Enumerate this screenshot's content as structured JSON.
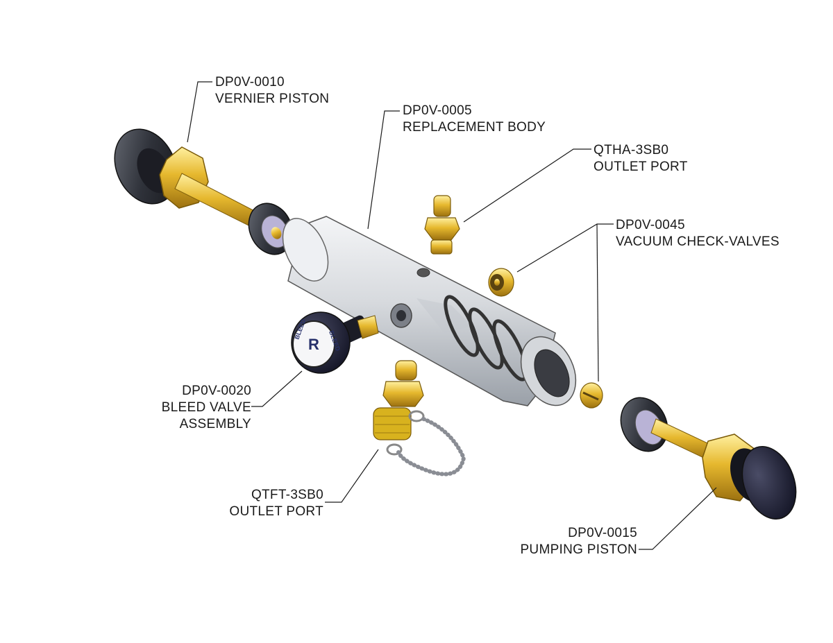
{
  "parts": [
    {
      "id": "vernier",
      "part_number": "DP0V-0010",
      "description": "VERNIER PISTON"
    },
    {
      "id": "body",
      "part_number": "DP0V-0005",
      "description": "REPLACEMENT BODY"
    },
    {
      "id": "qtha",
      "part_number": "QTHA-3SB0",
      "description": "OUTLET PORT"
    },
    {
      "id": "check",
      "part_number": "DP0V-0045",
      "description": "VACUUM CHECK-VALVES"
    },
    {
      "id": "bleed",
      "part_number": "DP0V-0020",
      "description_lines": [
        "BLEED VALVE",
        "ASSEMBLY"
      ]
    },
    {
      "id": "qtft",
      "part_number": "QTFT-3SB0",
      "description": "OUTLET PORT"
    },
    {
      "id": "pump",
      "part_number": "DP0V-0015",
      "description": "PUMPING PISTON"
    }
  ],
  "knob_text": "BLEED",
  "colors": {
    "brass": "#e0b12a",
    "aluminum": "#d9dce0",
    "rubber": "#2a2a33",
    "lines": "#1a1a1a"
  }
}
